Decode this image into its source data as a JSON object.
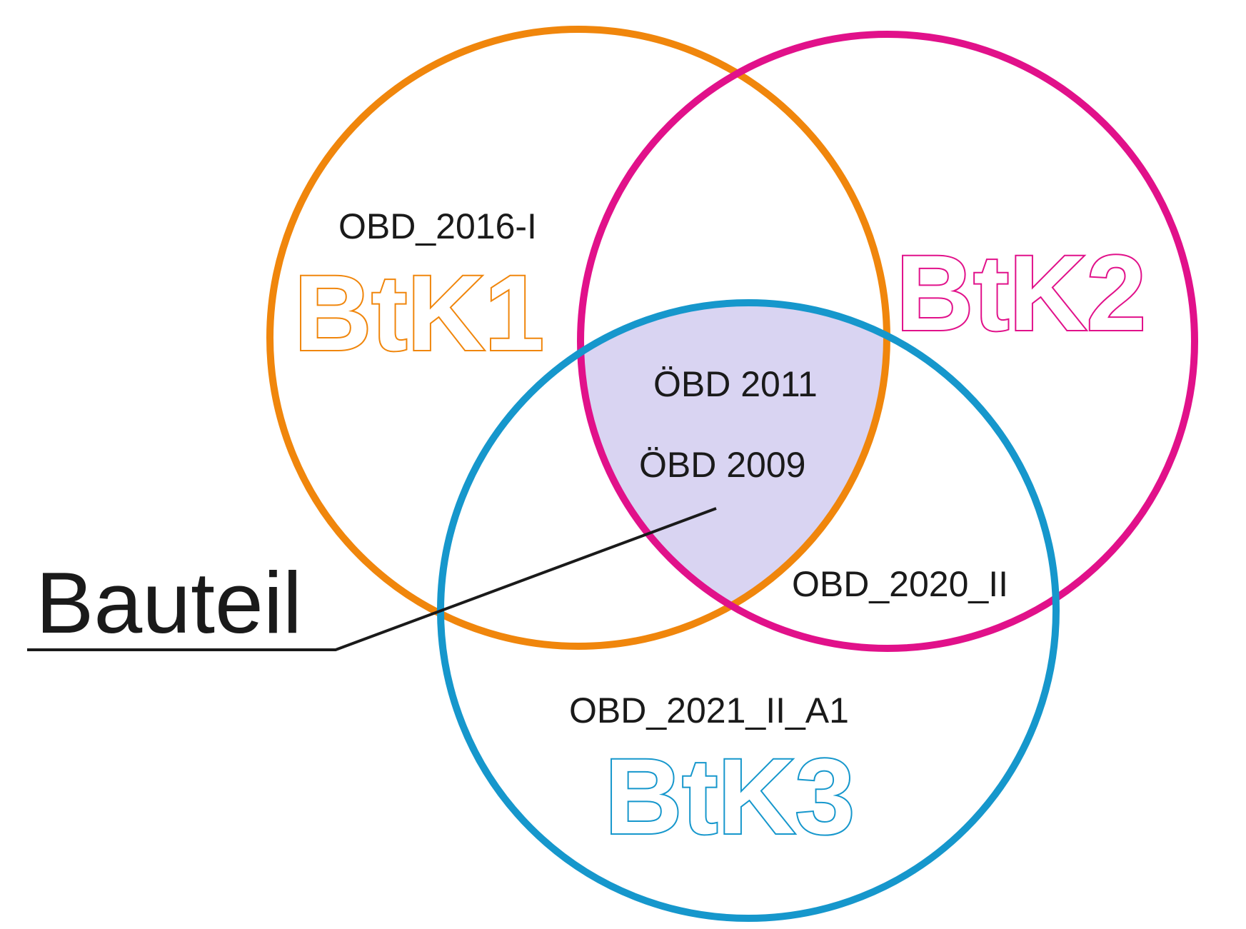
{
  "diagram": {
    "sets": [
      {
        "id": "btk1",
        "label": "BtK1",
        "standard": "OBD_2016-I",
        "color": "#f0860c"
      },
      {
        "id": "btk2",
        "label": "BtK2",
        "standard": "",
        "color": "#e1118a"
      },
      {
        "id": "btk3",
        "label": "BtK3",
        "standard": "OBD_2021_II_A1",
        "color": "#1697cc"
      }
    ],
    "intersection": {
      "fill": "#d9d4f2",
      "labels": [
        "ÖBD 2011",
        "ÖBD 2009"
      ]
    },
    "btk2_btk3_label": "OBD_2020_II",
    "callout": {
      "label": "Bauteil",
      "line_color": "#1a1a1a"
    }
  }
}
